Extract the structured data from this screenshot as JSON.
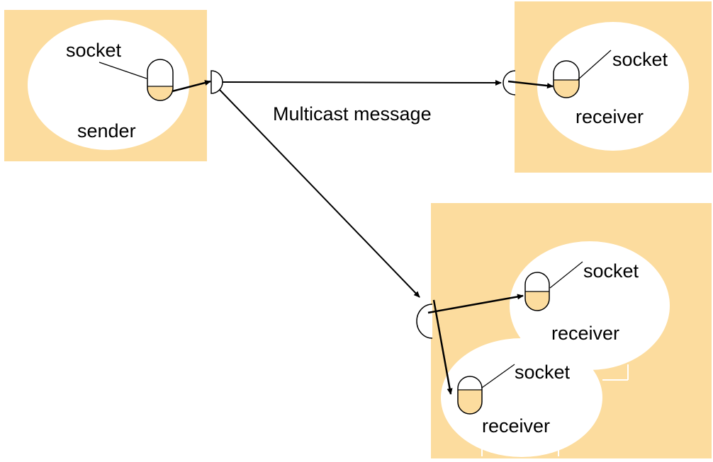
{
  "colors": {
    "host_fill": "#FCDC9E",
    "process_fill": "#FFFFFF",
    "socket_fill": "#FCDC9E",
    "line": "#000000"
  },
  "labels": {
    "sender_socket": "socket",
    "sender": "sender",
    "message": "Multicast message",
    "receiver1_socket": "socket",
    "receiver1": "receiver",
    "receiver2_socket": "socket",
    "receiver2": "receiver",
    "receiver3_socket": "socket",
    "receiver3": "receiver"
  }
}
